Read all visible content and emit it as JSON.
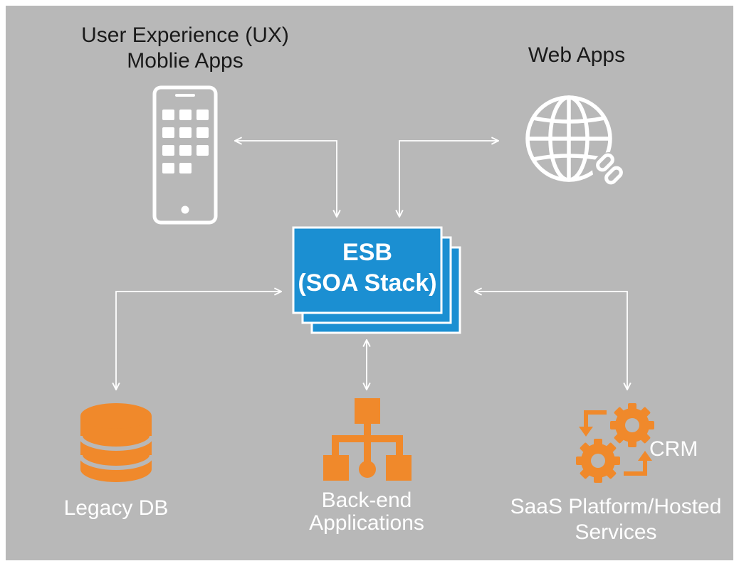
{
  "nodes": {
    "mobile": {
      "line1": "User Experience (UX)",
      "line2": "Moblie Apps",
      "icon": "smartphone-icon"
    },
    "web": {
      "label": "Web Apps",
      "icon": "globe-link-icon"
    },
    "esb": {
      "line1": "ESB",
      "line2": "(SOA Stack)",
      "icon": "stacked-cards"
    },
    "legacy": {
      "label": "Legacy DB",
      "icon": "database-icon"
    },
    "backend": {
      "line1": "Back-end",
      "line2": "Applications",
      "icon": "hierarchy-icon"
    },
    "saas": {
      "badge": "CRM",
      "line1": "SaaS Platform/Hosted",
      "line2": "Services",
      "icon": "gears-cycle-icon"
    }
  },
  "colors": {
    "background": "#b8b8b8",
    "esb_blue": "#1b8fd2",
    "orange": "#f0892b",
    "white": "#ffffff",
    "text_dark": "#1a1a1a"
  }
}
